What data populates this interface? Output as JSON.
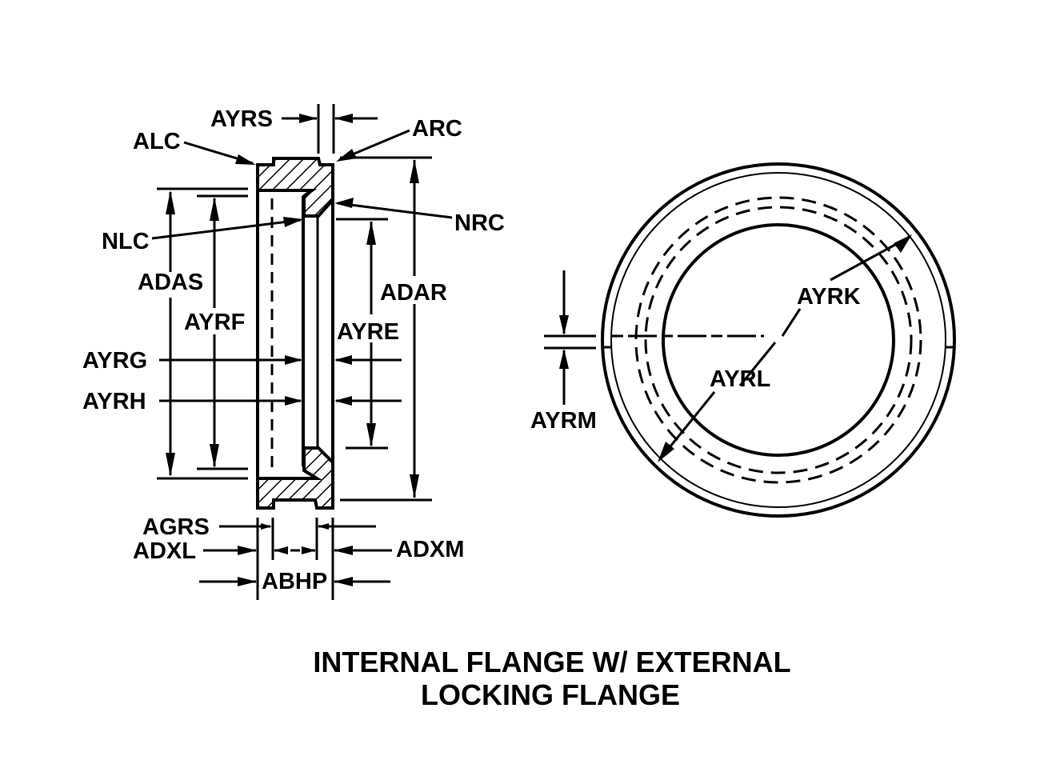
{
  "title": {
    "line1": "INTERNAL FLANGE W/ EXTERNAL",
    "line2": "LOCKING FLANGE"
  },
  "section_view": {
    "labels": {
      "ayrs": "AYRS",
      "alc": "ALC",
      "arc": "ARC",
      "nrc": "NRC",
      "nlc": "NLC",
      "adas": "ADAS",
      "adar": "ADAR",
      "ayrf": "AYRF",
      "ayre": "AYRE",
      "ayrg": "AYRG",
      "ayrh": "AYRH",
      "agrs": "AGRS",
      "adxl": "ADXL",
      "adxm": "ADXM",
      "abhp": "ABHP"
    }
  },
  "end_view": {
    "labels": {
      "ayrk": "AYRK",
      "ayrl": "AYRL",
      "ayrm": "AYRM"
    }
  }
}
